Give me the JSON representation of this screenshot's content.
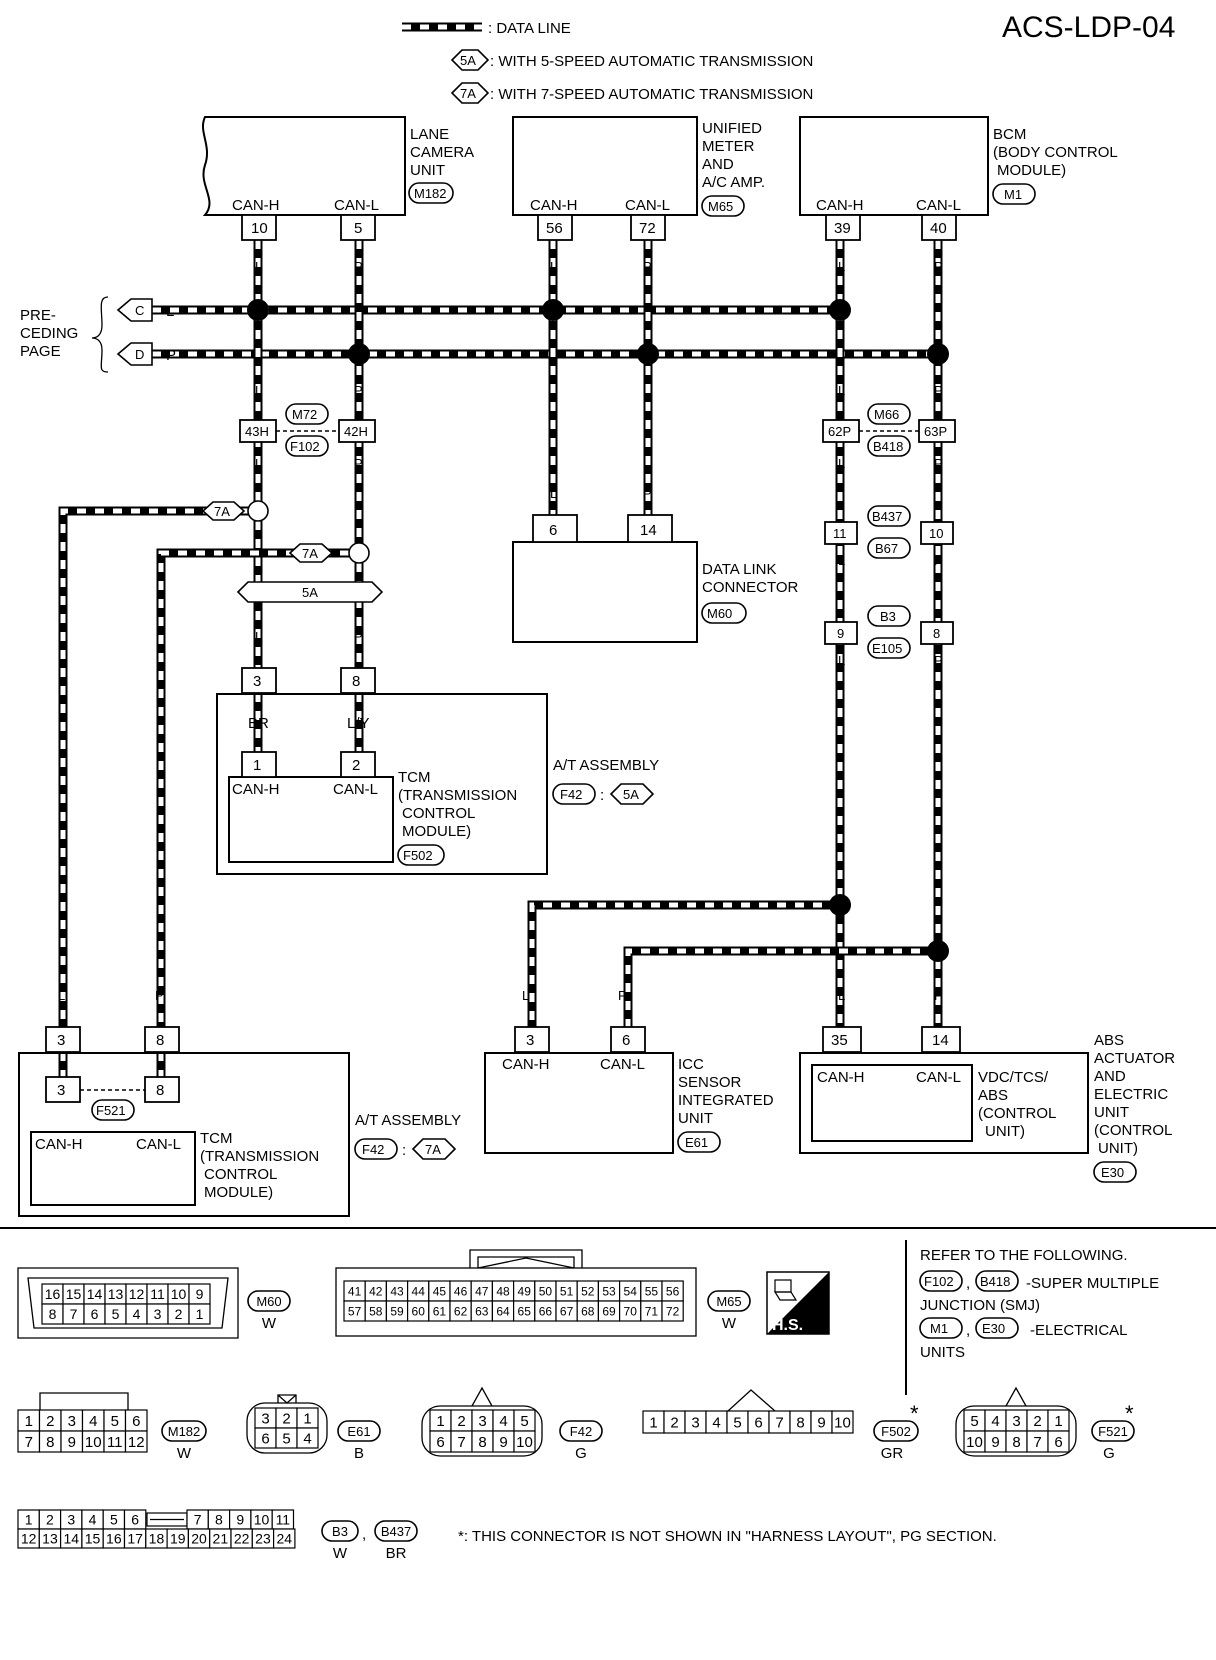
{
  "page_code": "ACS-LDP-04",
  "legend": {
    "data_line": ": DATA LINE",
    "with_5a": ": WITH 5-SPEED AUTOMATIC TRANSMISSION",
    "with_7a": ": WITH 7-SPEED AUTOMATIC TRANSMISSION",
    "tag_5a": "5A",
    "tag_7a": "7A"
  },
  "signals": {
    "can_h": "CAN-H",
    "can_l": "CAN-L",
    "l": "L",
    "p": "P",
    "br": "BR",
    "ly": "L/Y"
  },
  "preceding_page": {
    "label1": "PRE-",
    "label2": "CEDING",
    "label3": "PAGE",
    "c": "C",
    "d": "D"
  },
  "units": {
    "lane_camera": {
      "lines": [
        "LANE",
        "CAMERA",
        "UNIT"
      ],
      "connector": "M182",
      "pin_h": "10",
      "pin_l": "5"
    },
    "meter": {
      "lines": [
        "UNIFIED",
        "METER",
        "AND",
        "A/C AMP."
      ],
      "connector": "M65",
      "pin_h": "56",
      "pin_l": "72"
    },
    "bcm": {
      "lines": [
        "BCM",
        "(BODY CONTROL",
        "MODULE)"
      ],
      "connector": "M1",
      "pin_h": "39",
      "pin_l": "40"
    },
    "dlc": {
      "lines": [
        "DATA LINK",
        "CONNECTOR"
      ],
      "connector": "M60",
      "pin_h": "6",
      "pin_l": "14"
    },
    "tcm5": {
      "lines": [
        "TCM",
        "(TRANSMISSION",
        "CONTROL",
        "MODULE)"
      ],
      "connector": "F502",
      "outer_h": "3",
      "outer_l": "8",
      "inner_h": "1",
      "inner_l": "2",
      "assembly": "A/T ASSEMBLY",
      "assembly_conn": "F42"
    },
    "tcm7": {
      "lines": [
        "TCM",
        "(TRANSMISSION",
        "CONTROL",
        "MODULE)"
      ],
      "connector": "F521",
      "outer_h": "3",
      "outer_l": "8",
      "inner_h": "3",
      "inner_l": "8",
      "assembly": "A/T ASSEMBLY",
      "assembly_conn": "F42"
    },
    "icc": {
      "lines": [
        "ICC",
        "SENSOR",
        "INTEGRATED",
        "UNIT"
      ],
      "connector": "E61",
      "pin_h": "3",
      "pin_l": "6"
    },
    "abs": {
      "inner_lines": [
        "VDC/TCS/",
        "ABS",
        "(CONTROL",
        "UNIT)"
      ],
      "outer_lines": [
        "ABS",
        "ACTUATOR",
        "AND",
        "ELECTRIC",
        "UNIT",
        "(CONTROL",
        "UNIT)"
      ],
      "connector": "E30",
      "pin_h": "35",
      "pin_l": "14"
    }
  },
  "joints": {
    "j1": {
      "h": "43H",
      "l": "42H",
      "top": "M72",
      "bottom": "F102"
    },
    "j2": {
      "h": "62P",
      "l": "63P",
      "top": "M66",
      "bottom": "B418"
    },
    "j3": {
      "h": "11",
      "l": "10",
      "top": "B437",
      "bottom": "B67"
    },
    "j4": {
      "h": "9",
      "l": "8",
      "top": "B3",
      "bottom": "E105"
    },
    "colon": ":"
  },
  "refer": {
    "line1": "REFER TO THE FOLLOWING.",
    "c1": "F102",
    "c2": "B418",
    "smj1": "-SUPER MULTIPLE",
    "smj2": "JUNCTION (SMJ)",
    "c3": "M1",
    "c4": "E30",
    "eu1": "-ELECTRICAL",
    "eu2": "UNITS",
    "comma": ","
  },
  "hs_label": "H.S.",
  "connectors": {
    "m60": {
      "name": "M60",
      "color": "W",
      "row1": [
        "16",
        "15",
        "14",
        "13",
        "12",
        "11",
        "10",
        "9"
      ],
      "row2": [
        "8",
        "7",
        "6",
        "5",
        "4",
        "3",
        "2",
        "1"
      ]
    },
    "m65": {
      "name": "M65",
      "color": "W",
      "row1": [
        "41",
        "42",
        "43",
        "44",
        "45",
        "46",
        "47",
        "48",
        "49",
        "50",
        "51",
        "52",
        "53",
        "54",
        "55",
        "56"
      ],
      "row2": [
        "57",
        "58",
        "59",
        "60",
        "61",
        "62",
        "63",
        "64",
        "65",
        "66",
        "67",
        "68",
        "69",
        "70",
        "71",
        "72"
      ]
    },
    "m182": {
      "name": "M182",
      "color": "W",
      "row1": [
        "1",
        "2",
        "3",
        "4",
        "5",
        "6"
      ],
      "row2": [
        "7",
        "8",
        "9",
        "10",
        "11",
        "12"
      ]
    },
    "e61": {
      "name": "E61",
      "color": "B",
      "row1": [
        "3",
        "2",
        "1"
      ],
      "row2": [
        "6",
        "5",
        "4"
      ]
    },
    "f42": {
      "name": "F42",
      "color": "G",
      "row1": [
        "1",
        "2",
        "3",
        "4",
        "5"
      ],
      "row2": [
        "6",
        "7",
        "8",
        "9",
        "10"
      ]
    },
    "f502": {
      "name": "F502",
      "color": "GR",
      "row1": [
        "1",
        "2",
        "3",
        "4",
        "5",
        "6",
        "7",
        "8",
        "9",
        "10"
      ]
    },
    "f521": {
      "name": "F521",
      "color": "G",
      "row1": [
        "5",
        "4",
        "3",
        "2",
        "1"
      ],
      "row2": [
        "10",
        "9",
        "8",
        "7",
        "6"
      ]
    },
    "b3": {
      "name": "B3",
      "name2": "B437",
      "color": "W",
      "color2": "BR",
      "row1a": [
        "1",
        "2",
        "3",
        "4",
        "5",
        "6"
      ],
      "row1b": [
        "7",
        "8",
        "9",
        "10",
        "11"
      ],
      "row2": [
        "12",
        "13",
        "14",
        "15",
        "16",
        "17",
        "18",
        "19",
        "20",
        "21",
        "22",
        "23",
        "24"
      ]
    }
  },
  "star": "*",
  "footnote": "*: THIS CONNECTOR IS NOT SHOWN IN \"HARNESS LAYOUT\", PG SECTION."
}
